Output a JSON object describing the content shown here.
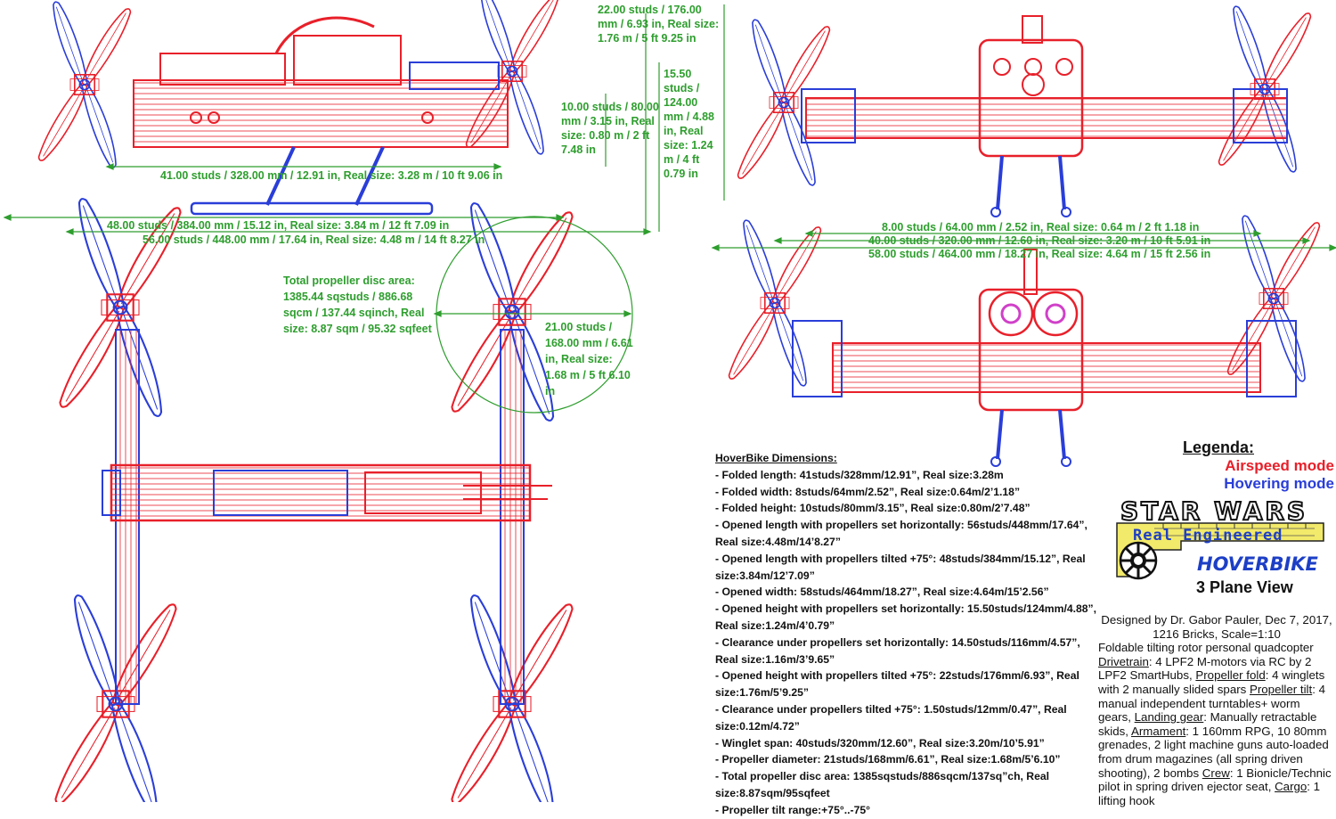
{
  "colors": {
    "airspeed": "#e8202a",
    "hovering": "#2a3ed8",
    "dimension": "#2e9e2e"
  },
  "dim_labels": {
    "height_opened_tilted": "22.00 studs / 176.00 mm / 6.93 in, Real size: 1.76 m / 5 ft 9.25 in",
    "height_opened_horiz": "15.50 studs / 124.00 mm / 4.88 in, Real size: 1.24 m / 4 ft 0.79 in",
    "height_folded": "10.00 studs / 80.00 mm / 3.15 in, Real size: 0.80 m / 2 ft 7.48 in",
    "length_folded": "41.00 studs / 328.00 mm / 12.91 in, Real size: 3.28 m / 10 ft 9.06 in",
    "length_tilted": "48.00 studs / 384.00 mm / 15.12 in, Real size: 3.84 m / 12 ft 7.09 in",
    "length_horiz": "56.00 studs / 448.00 mm / 17.64 in, Real size: 4.48 m / 14 ft 8.27 in",
    "width_folded": "8.00 studs / 64.00 mm / 2.52 in, Real size: 0.64 m / 2 ft 1.18 in",
    "winglet_span": "40.00 studs / 320.00 mm / 12.60 in, Real size: 3.20 m / 10 ft 5.91 in",
    "width_opened": "58.00 studs / 464.00 mm / 18.27 in, Real size: 4.64 m / 15 ft 2.56 in",
    "disc_area": "Total propeller disc area: 1385.44 sqstuds / 886.68 sqcm / 137.44 sqinch, Real size: 8.87 sqm / 95.32 sqfeet",
    "prop_diameter": "21.00 studs / 168.00 mm / 6.61 in, Real size: 1.68 m / 5 ft 6.10 in"
  },
  "dimensions_panel": {
    "title": "HoverBike Dimensions:",
    "lines": [
      "- Folded length: 41studs/328mm/12.91”, Real size:3.28m",
      "- Folded width: 8studs/64mm/2.52”, Real size:0.64m/2’1.18”",
      "- Folded height: 10studs/80mm/3.15”, Real size:0.80m/2’7.48”",
      "- Opened length with propellers set horizontally: 56studs/448mm/17.64”, Real size:4.48m/14’8.27”",
      "- Opened length with propellers tilted +75°: 48studs/384mm/15.12”, Real size:3.84m/12’7.09”",
      "- Opened width: 58studs/464mm/18.27”, Real size:4.64m/15’2.56”",
      "- Opened height with propellers set horizontally: 15.50studs/124mm/4.88”, Real size:1.24m/4’0.79”",
      "- Clearance under propellers set horizontally: 14.50studs/116mm/4.57”, Real size:1.16m/3’9.65”",
      "- Opened height with propellers tilted +75°: 22studs/176mm/6.93”, Real size:1.76m/5’9.25”",
      "- Clearance under propellers tilted +75°: 1.50studs/12mm/0.47”, Real size:0.12m/4.72”",
      "- Winglet span: 40studs/320mm/12.60”, Real size:3.20m/10’5.91”",
      "- Propeller diameter: 21studs/168mm/6.61”, Real size:1.68m/5’6.10”",
      "- Total propeller disc area: 1385sqstuds/886sqcm/137sq”ch, Real size:8.87sqm/95sqfeet",
      "- Propeller tilt range:+75°..-75°"
    ]
  },
  "legend": {
    "title": "Legenda:",
    "airspeed": "Airspeed mode",
    "hovering": "Hovering mode"
  },
  "logo": {
    "star_wars": "STAR WARS",
    "real_engineered": "Real Engineered",
    "hoverbike": "HOVERBIKE",
    "three_plane_view": "3 Plane View"
  },
  "info": {
    "credit": "Designed by Dr. Gabor Pauler, Dec 7, 2017, 1216 Bricks, Scale=1:10",
    "description": "Foldable tilting rotor personal quadcopter",
    "drivetrain_label": "Drivetrain",
    "drivetrain": ": 4 LPF2 M-motors via RC by 2 LPF2 SmartHubs, ",
    "prop_fold_label": "Propeller fold",
    "prop_fold": ": 4 winglets with 2 manually slided spars ",
    "prop_tilt_label": "Propeller tilt",
    "prop_tilt": ": 4 manual independent turntables+ worm gears, ",
    "landing_label": "Landing gear",
    "landing": ": Manually retractable skids, ",
    "armament_label": "Armament",
    "armament": ": 1 160mm RPG, 10 80mm grenades, 2 light machine guns auto-loaded from drum magazines (all spring driven shooting), 2 bombs ",
    "crew_label": "Crew",
    "crew": ": 1 Bionicle/Technic pilot in spring driven ejector seat, ",
    "cargo_label": "Cargo",
    "cargo": ": 1 lifting hook"
  }
}
